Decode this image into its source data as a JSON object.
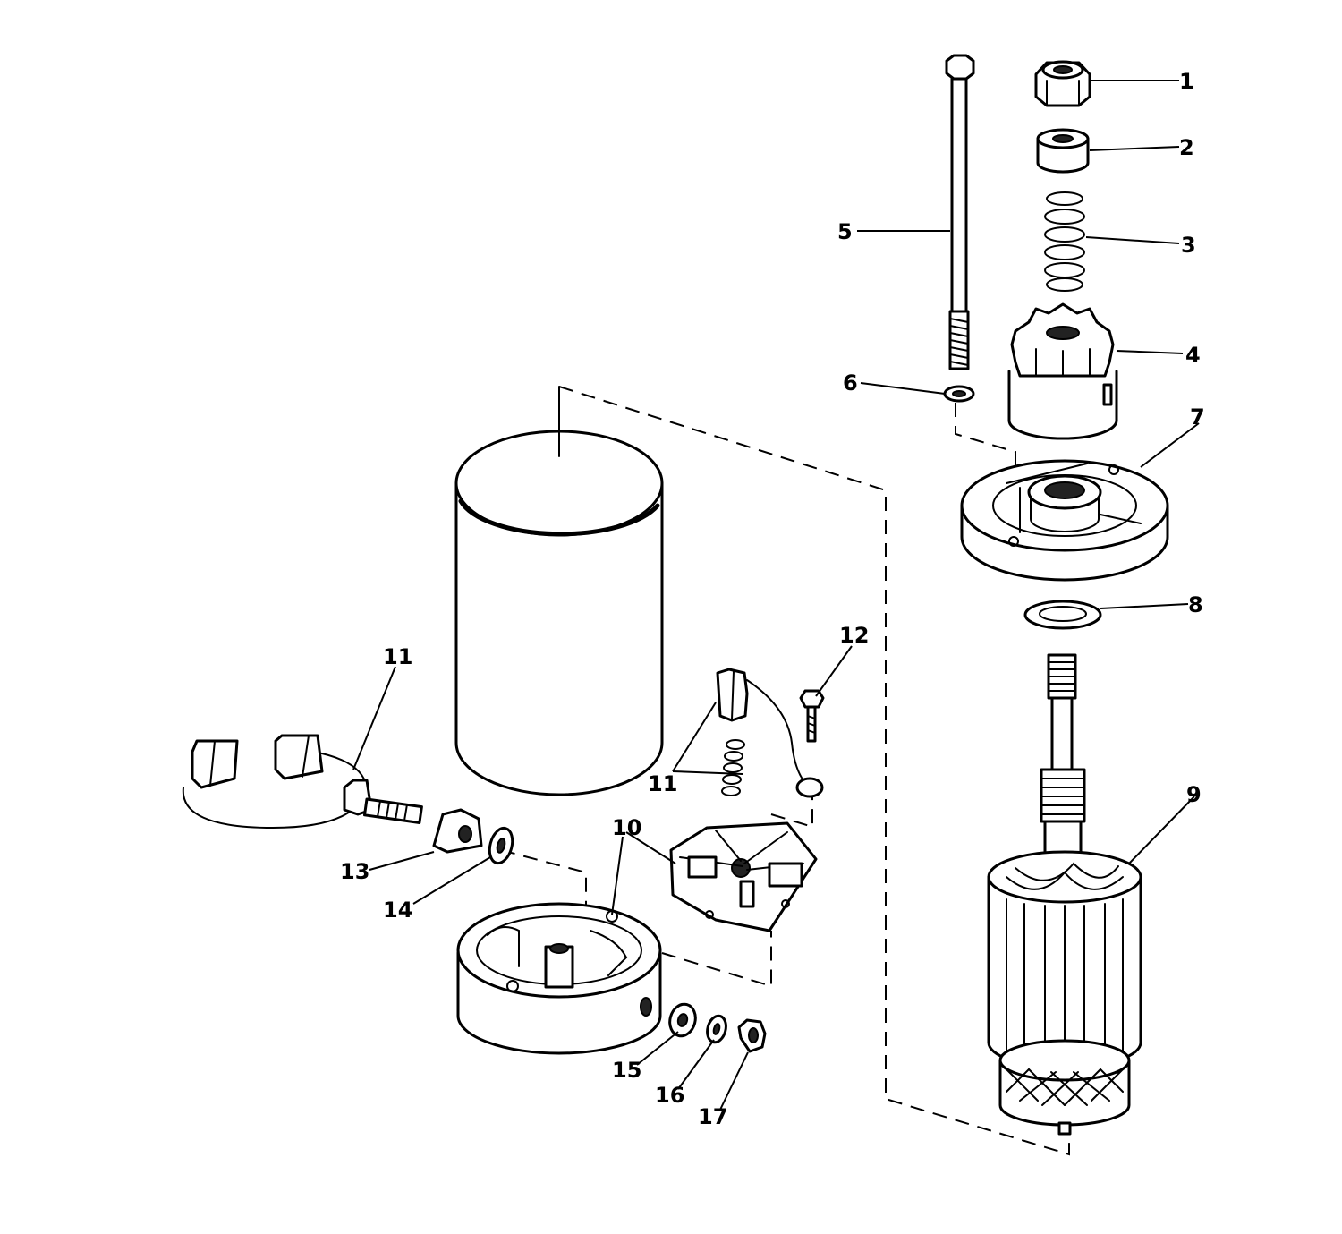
{
  "diagram": {
    "ink_color": "#000000",
    "background_color": "#ffffff",
    "callouts": [
      {
        "id": "c1",
        "text": "1"
      },
      {
        "id": "c2",
        "text": "2"
      },
      {
        "id": "c3",
        "text": "3"
      },
      {
        "id": "c4",
        "text": "4"
      },
      {
        "id": "c5",
        "text": "5"
      },
      {
        "id": "c6",
        "text": "6"
      },
      {
        "id": "c7",
        "text": "7"
      },
      {
        "id": "c8",
        "text": "8"
      },
      {
        "id": "c9",
        "text": "9"
      },
      {
        "id": "c10",
        "text": "10"
      },
      {
        "id": "c11a",
        "text": "11"
      },
      {
        "id": "c11b",
        "text": "11"
      },
      {
        "id": "c12",
        "text": "12"
      },
      {
        "id": "c13",
        "text": "13"
      },
      {
        "id": "c14",
        "text": "14"
      },
      {
        "id": "c15",
        "text": "15"
      },
      {
        "id": "c16",
        "text": "16"
      },
      {
        "id": "c17",
        "text": "17"
      }
    ]
  }
}
